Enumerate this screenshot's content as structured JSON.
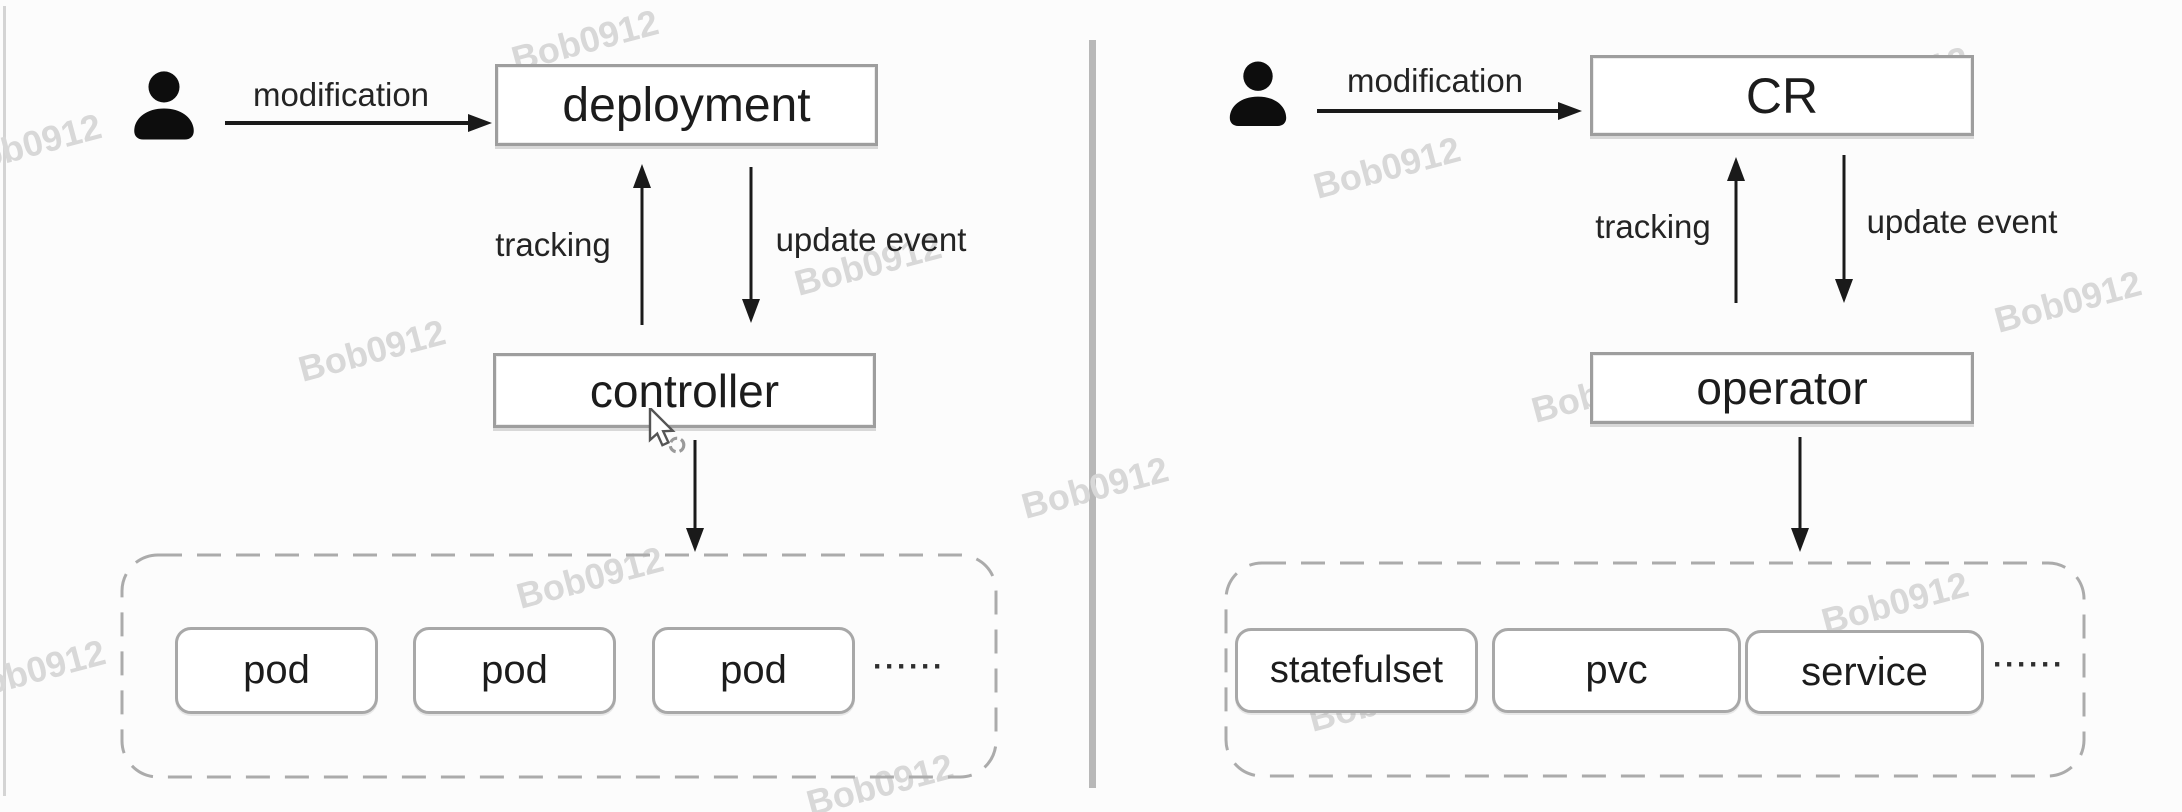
{
  "diagram": {
    "watermark": {
      "text": "Bob0912",
      "color": "#d8d8d8"
    },
    "divider_color": "#b8b8b8",
    "arrow_color": "#1a1a1a",
    "box_border_color": "#9e9e9e",
    "left": {
      "actor": "user-icon",
      "modification": "modification",
      "top_box": "deployment",
      "tracking": "tracking",
      "update_event": "update event",
      "mid_box": "controller",
      "items": [
        "pod",
        "pod",
        "pod"
      ],
      "ellipsis": "······"
    },
    "right": {
      "actor": "user-icon",
      "modification": "modification",
      "top_box": "CR",
      "tracking": "tracking",
      "update_event": "update event",
      "mid_box": "operator",
      "items": [
        "statefulset",
        "pvc",
        "service"
      ],
      "ellipsis": "······"
    }
  }
}
